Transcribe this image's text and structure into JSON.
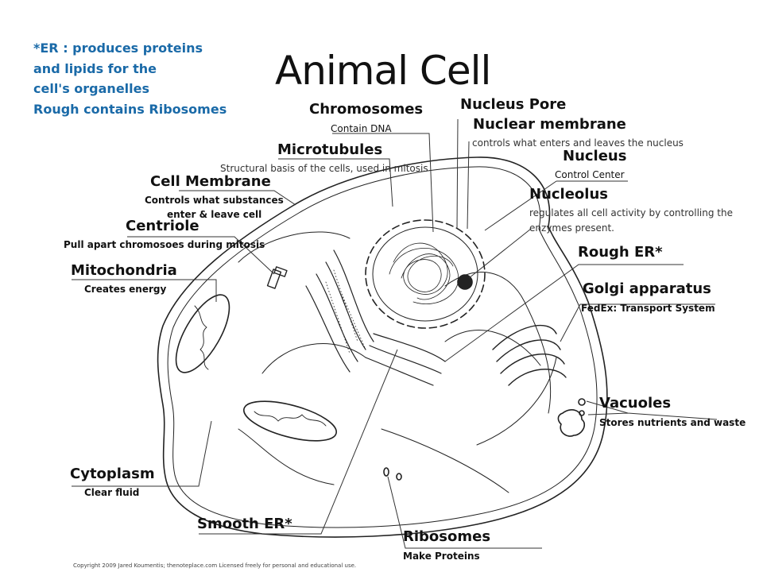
{
  "title": "Animal Cell",
  "note": [
    "*ER : produces proteins",
    "and lipids for the",
    "cell's organelles",
    "Rough contains Ribosomes"
  ],
  "labels": {
    "chromosomes": {
      "name": "Chromosomes",
      "desc": "Contain DNA"
    },
    "nucleus_pore": {
      "name": "Nucleus Pore"
    },
    "nuclear_membrane": {
      "name": "Nuclear membrane",
      "desc": "controls what enters and leaves the nucleus"
    },
    "microtubules": {
      "name": "Microtubules",
      "desc": "Structural basis of the cells, used in mitosis"
    },
    "nucleus": {
      "name": "Nucleus",
      "desc": "Control Center"
    },
    "cell_membrane": {
      "name": "Cell  Membrane",
      "desc1": "Controls what substances",
      "desc2": "enter & leave cell"
    },
    "nucleolus": {
      "name": "Nucleolus",
      "desc1": "regulates all cell activity by controlling the",
      "desc2": "enzymes present."
    },
    "centriole": {
      "name": "Centriole",
      "desc": "Pull apart chromosoes during mitosis"
    },
    "rough_er": {
      "name": "Rough ER*"
    },
    "mitochondria": {
      "name": "Mitochondria",
      "desc": "Creates energy"
    },
    "golgi": {
      "name": "Golgi apparatus",
      "desc": "FedEx: Transport System"
    },
    "vacuoles": {
      "name": "Vacuoles",
      "desc": "Stores nutrients and waste"
    },
    "cytoplasm": {
      "name": "Cytoplasm",
      "desc": "Clear fluid"
    },
    "smooth_er": {
      "name": "Smooth ER*"
    },
    "ribosomes": {
      "name": "Ribosomes",
      "desc": "Make Proteins"
    }
  },
  "copyright": "Copyright 2009 Jared Koumentis; thenoteplace.com Licensed freely for personal and educational use."
}
